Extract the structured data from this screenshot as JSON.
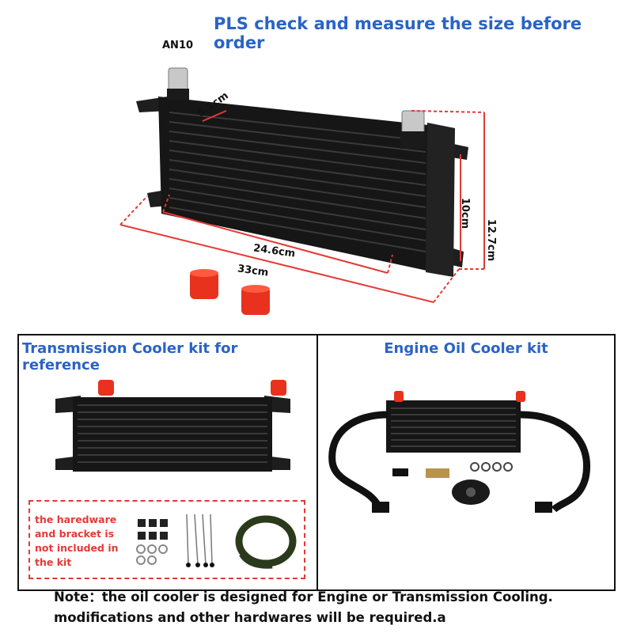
{
  "header": {
    "title": "PLS check and measure the size before order"
  },
  "hero": {
    "fitting_label": "AN10",
    "dim_depth": "5.1cm",
    "dim_core_width": "24.6cm",
    "dim_total_width": "33cm",
    "dim_core_height": "10cm",
    "dim_total_height": "12.7cm"
  },
  "panels": {
    "left_title": "Transmission Cooler kit for reference",
    "right_title": "Engine Oil Cooler kit"
  },
  "notice": {
    "text": "the haredware and bracket is not included in the kit"
  },
  "note": {
    "line1": "Note：the oil cooler is designed for Engine or Transmission Cooling.",
    "line2": "modifications and other hardwares will be required.a"
  },
  "colors": {
    "title_blue": "#2a63c6",
    "dimension_red": "#e53935",
    "cap_red": "#e8321e",
    "cooler_black": "#161616"
  }
}
